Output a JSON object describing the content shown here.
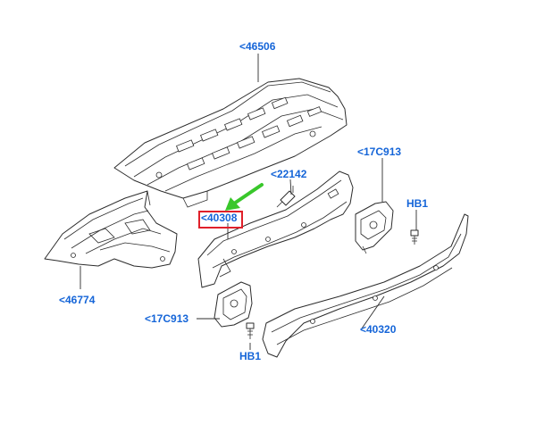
{
  "callouts": {
    "c46506": "<46506",
    "c22142": "<22142",
    "c17c913_top": "<17C913",
    "c40308": "<40308",
    "chb1_right": "HB1",
    "c46774": "<46774",
    "c17c913_bottom": "<17C913",
    "c40320": "<40320",
    "chb1_bottom": "HB1"
  },
  "colors": {
    "callout_text": "#1565d8",
    "highlight_box": "#e0202a",
    "pointer_arrow": "#39c72b",
    "line_art": "#2c2c2c"
  }
}
